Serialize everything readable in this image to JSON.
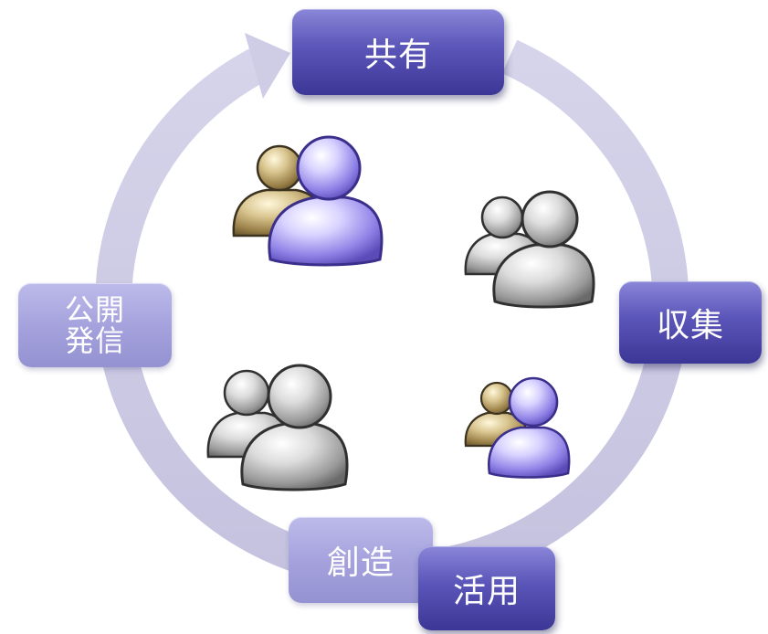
{
  "boxes": {
    "share": "共有",
    "collect": "収集",
    "public_line1": "公開",
    "public_line2": "発信",
    "create": "創造",
    "use": "活用"
  },
  "colors": {
    "ring": "#cfcde6",
    "box_dark": "#4a45a8",
    "box_light": "#a4a1dc",
    "person_purple": "#a99cf0",
    "person_tan": "#b39a66",
    "person_gray": "#b8b8b8"
  }
}
